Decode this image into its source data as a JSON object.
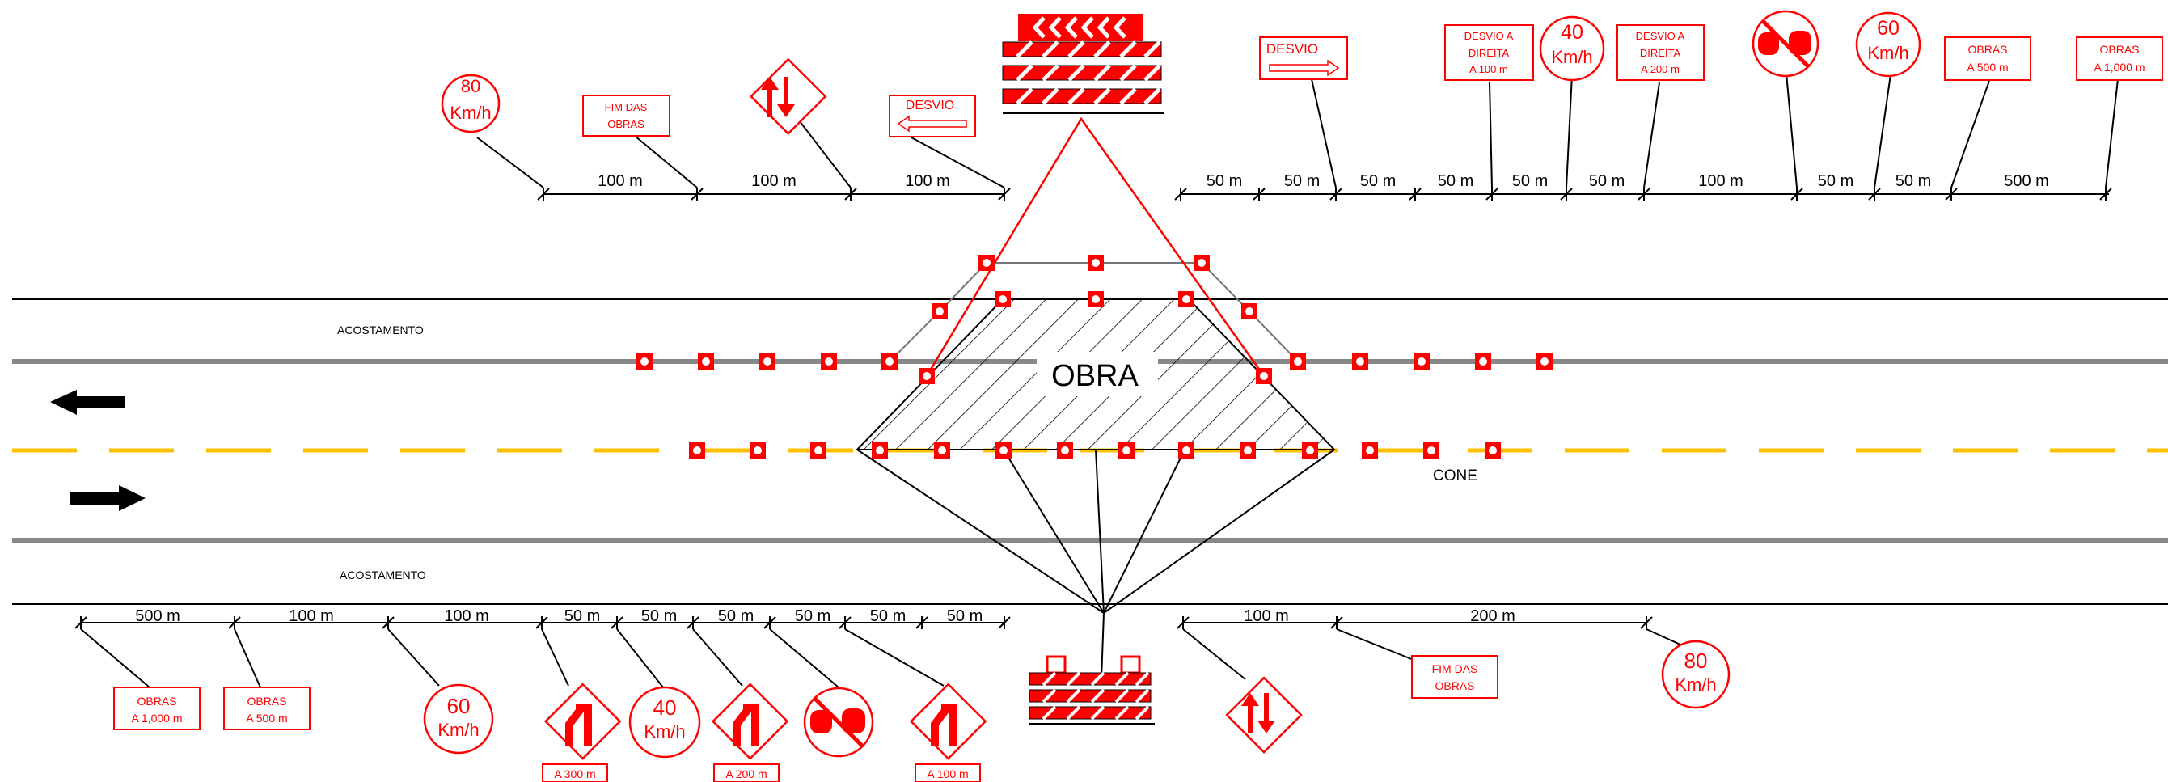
{
  "colors": {
    "sign_red": "#ff0000",
    "lane_yellow": "#ffc000",
    "line_grey": "#888888",
    "ink": "#000000"
  },
  "labels": {
    "shoulder_top": "ACOSTAMENTO",
    "shoulder_bottom": "ACOSTAMENTO",
    "work_zone": "OBRA",
    "cone": "CONE"
  },
  "top_left": {
    "distances": [
      "100 m",
      "100 m",
      "100 m"
    ],
    "speed_sign": {
      "line1": "80",
      "line2": "Km/h"
    },
    "end_sign": {
      "line1": "FIM DAS",
      "line2": "OBRAS"
    },
    "detour_sign": "DESVIO"
  },
  "top_right": {
    "distances": [
      "50 m",
      "50 m",
      "50 m",
      "50 m",
      "50 m",
      "50 m",
      "100 m",
      "50 m",
      "50 m",
      "500 m"
    ],
    "detour_sign": "DESVIO",
    "detour_100": {
      "line1": "DESVIO A",
      "line2": "DIREITA",
      "line3": "A 100 m"
    },
    "speed_40": {
      "line1": "40",
      "line2": "Km/h"
    },
    "detour_200": {
      "line1": "DESVIO A",
      "line2": "DIREITA",
      "line3": "A 200 m"
    },
    "speed_60": {
      "line1": "60",
      "line2": "Km/h"
    },
    "works_500": {
      "line1": "OBRAS",
      "line2": "A 500 m"
    },
    "works_1000": {
      "line1": "OBRAS",
      "line2": "A 1,000 m"
    }
  },
  "bottom_left": {
    "distances": [
      "500 m",
      "100 m",
      "100 m",
      "50 m",
      "50 m",
      "50 m",
      "50 m",
      "50 m",
      "50 m"
    ],
    "works_1000": {
      "line1": "OBRAS",
      "line2": "A 1,000 m"
    },
    "works_500": {
      "line1": "OBRAS",
      "line2": "A 500 m"
    },
    "speed_60": {
      "line1": "60",
      "line2": "Km/h"
    },
    "lane_300": "A 300 m",
    "speed_40": {
      "line1": "40",
      "line2": "Km/h"
    },
    "lane_200": "A 200 m",
    "lane_100": "A 100 m"
  },
  "bottom_right": {
    "distances": [
      "100 m",
      "200 m"
    ],
    "end_sign": {
      "line1": "FIM DAS",
      "line2": "OBRAS"
    },
    "speed_sign": {
      "line1": "80",
      "line2": "Km/h"
    }
  }
}
